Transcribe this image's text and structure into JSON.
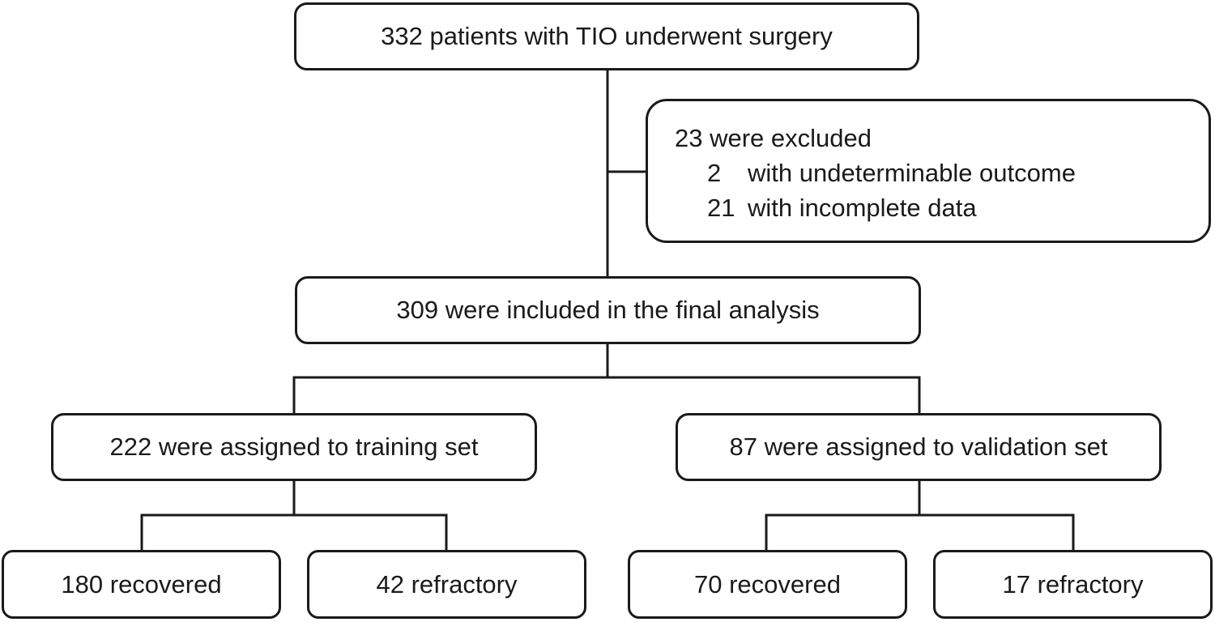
{
  "diagram": {
    "top": {
      "label": "332 patients with TIO underwent surgery"
    },
    "excluded": {
      "heading": "23 were excluded",
      "items": [
        {
          "count": "2",
          "text": "with undeterminable outcome"
        },
        {
          "count": "21",
          "text": "with incomplete data"
        }
      ]
    },
    "included": {
      "label": "309 were included in the final analysis"
    },
    "training": {
      "label": "222 were assigned to training set",
      "recovered": "180 recovered",
      "refractory": "42 refractory"
    },
    "validation": {
      "label": "87 were assigned to validation set",
      "recovered": "70 recovered",
      "refractory": "17 refractory"
    },
    "line_color": "#1a1a1a"
  }
}
